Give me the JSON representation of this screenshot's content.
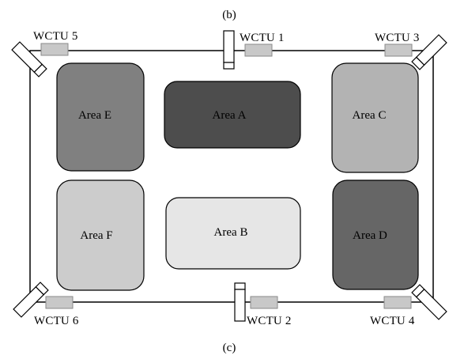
{
  "captions": {
    "top": "(b)",
    "bottom": "(c)"
  },
  "areas": {
    "A": {
      "label": "Area A",
      "fill": "#4d4d4d"
    },
    "B": {
      "label": "Area B",
      "fill": "#e6e6e6"
    },
    "C": {
      "label": "Area C",
      "fill": "#b3b3b3"
    },
    "D": {
      "label": "Area D",
      "fill": "#666666"
    },
    "E": {
      "label": "Area E",
      "fill": "#808080"
    },
    "F": {
      "label": "Area F",
      "fill": "#cccccc"
    }
  },
  "wctu": {
    "w1": "WCTU 1",
    "w2": "WCTU 2",
    "w3": "WCTU 3",
    "w4": "WCTU 4",
    "w5": "WCTU 5",
    "w6": "WCTU 6"
  },
  "colors": {
    "sensor": "#c8c8c8",
    "sensor_stroke": "#8a8a8a",
    "border": "#000000"
  }
}
